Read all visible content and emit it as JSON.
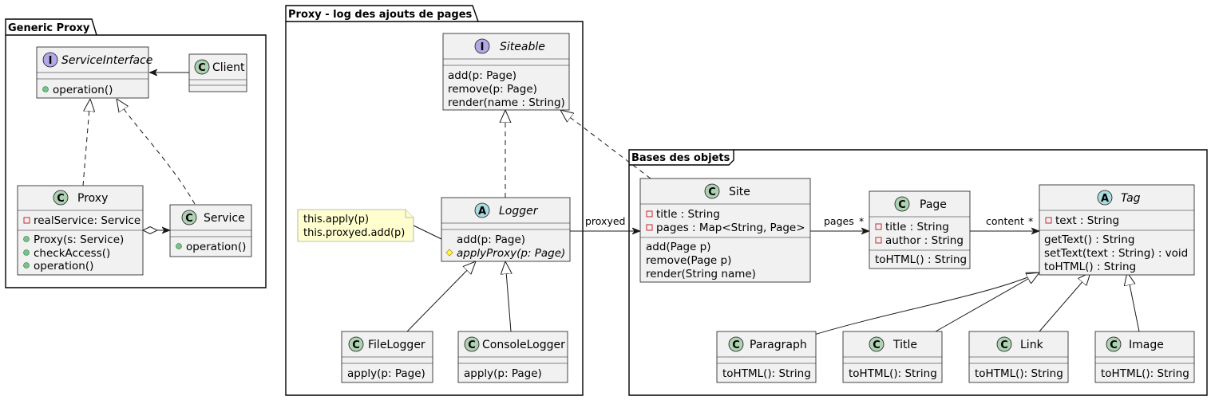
{
  "packages": {
    "generic_proxy": "Generic Proxy",
    "proxy_log": "Proxy - log des ajouts de pages",
    "bases": "Bases des objets"
  },
  "classes": {
    "service_interface": {
      "stereo": "I",
      "name": "ServiceInterface",
      "members": [
        "operation()"
      ]
    },
    "client": {
      "stereo": "C",
      "name": "Client"
    },
    "proxy": {
      "stereo": "C",
      "name": "Proxy",
      "fields": [
        "realService: Service"
      ],
      "methods": [
        "Proxy(s: Service)",
        "checkAccess()",
        "operation()"
      ]
    },
    "service": {
      "stereo": "C",
      "name": "Service",
      "methods": [
        "operation()"
      ]
    },
    "siteable": {
      "stereo": "I",
      "name": "Siteable",
      "methods": [
        "add(p: Page)",
        "remove(p: Page)",
        "render(name : String)"
      ]
    },
    "logger": {
      "stereo": "A",
      "name": "Logger",
      "methods": [
        "add(p: Page)",
        "applyProxy(p: Page)"
      ]
    },
    "file_logger": {
      "stereo": "C",
      "name": "FileLogger",
      "methods": [
        "apply(p: Page)"
      ]
    },
    "console_logger": {
      "stereo": "C",
      "name": "ConsoleLogger",
      "methods": [
        "apply(p: Page)"
      ]
    },
    "site": {
      "stereo": "C",
      "name": "Site",
      "fields": [
        "title : String",
        "pages : Map<String, Page>"
      ],
      "methods": [
        "add(Page p)",
        "remove(Page p)",
        "render(String name)"
      ]
    },
    "page": {
      "stereo": "C",
      "name": "Page",
      "fields": [
        "title : String",
        "author : String"
      ],
      "methods": [
        "toHTML() : String"
      ]
    },
    "tag": {
      "stereo": "A",
      "name": "Tag",
      "fields": [
        "text : String"
      ],
      "methods": [
        "getText() : String",
        "setText(text : String) : void",
        "toHTML() : String"
      ]
    },
    "paragraph": {
      "stereo": "C",
      "name": "Paragraph",
      "methods": [
        "toHTML(): String"
      ]
    },
    "title": {
      "stereo": "C",
      "name": "Title",
      "methods": [
        "toHTML(): String"
      ]
    },
    "link": {
      "stereo": "C",
      "name": "Link",
      "methods": [
        "toHTML(): String"
      ]
    },
    "image": {
      "stereo": "C",
      "name": "Image",
      "methods": [
        "toHTML(): String"
      ]
    }
  },
  "note": [
    "this.apply(p)",
    "this.proxyed.add(p)"
  ],
  "relations": {
    "proxyed": "proxyed",
    "pages": "pages",
    "pages_mult": "*",
    "content": "content",
    "content_mult": "*"
  },
  "colors": {
    "class_badge": "#add1b2",
    "interface_badge": "#b4a7e5",
    "abstract_badge": "#a9dcdf",
    "box_fill": "#f1f1f1",
    "note_fill": "#fefece",
    "visibility_public": "#84be84",
    "visibility_private": "#c82930",
    "visibility_protected": "#ffff44"
  }
}
